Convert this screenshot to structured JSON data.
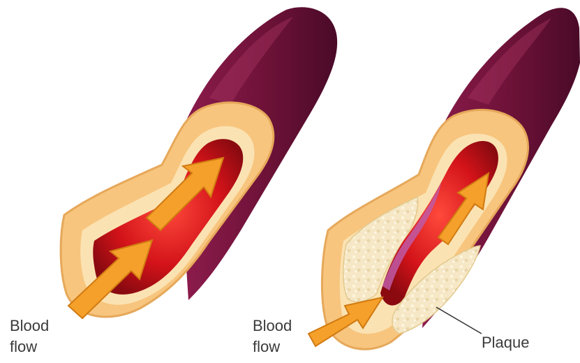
{
  "left": {
    "label_line1": "Blood",
    "label_line2": "flow"
  },
  "right": {
    "label_line1": "Blood",
    "label_line2": "flow",
    "plaque_label": "Plaque"
  },
  "colors": {
    "vessel_outer": "#7a1540",
    "vessel_shade": "#4a0a28",
    "wall_tan": "#f7c57e",
    "wall_light": "#fbe2b2",
    "lumen_red": "#c6101a",
    "lumen_dark": "#8a0a10",
    "arrow_orange": "#f5a02a",
    "plaque_cream": "#f6e8c6",
    "plaque_pink": "#c05aa6"
  }
}
